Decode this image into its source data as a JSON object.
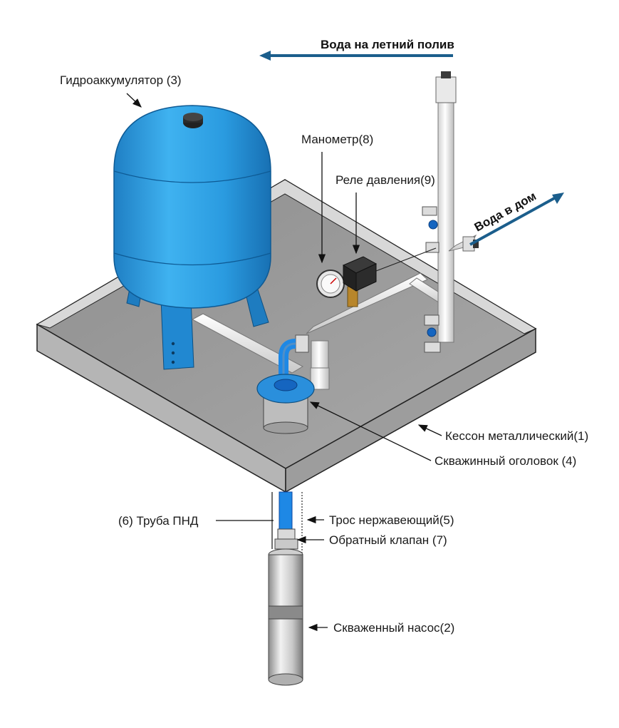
{
  "labels": {
    "summer_water": "Вода на летний полив",
    "house_water": "Вода в дом",
    "accumulator": "Гидроаккумулятор",
    "accumulator_num": "(3)",
    "gauge": "Манометр",
    "gauge_num": "(8)",
    "relay": "Реле давления",
    "relay_num": "(9)",
    "caisson": "Кессон металлический",
    "caisson_num": "(1)",
    "well_head": "Скважинный оголовок",
    "well_head_num": "(4)",
    "pipe_num": "(6)",
    "pipe": "Труба ПНД",
    "cable": "Трос нержавеющий",
    "cable_num": "(5)",
    "check_valve": "Обратный клапан",
    "check_valve_num": "(7)",
    "pump": "Скваженный насос",
    "pump_num": "(2)"
  },
  "colors": {
    "arrow": "#1b5e8c",
    "tank": "#2a9be0",
    "platform": "#9a9a9a",
    "pipe": "#f0f0f0"
  }
}
